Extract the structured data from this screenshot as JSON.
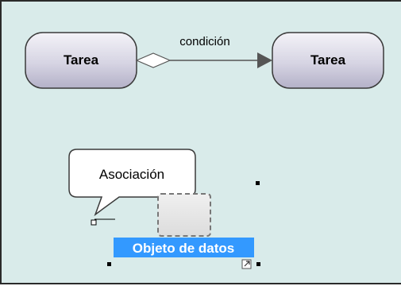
{
  "diagram": {
    "nodes": [
      {
        "id": "task-left",
        "label": "Tarea"
      },
      {
        "id": "task-right",
        "label": "Tarea"
      }
    ],
    "edge_label": "condición",
    "tooltip": "Asociación",
    "data_object_label": "Objeto de datos"
  },
  "colors": {
    "canvas_bg": "#d9ebea",
    "task_fill_top": "#f1f0f6",
    "task_fill_bottom": "#b9b7cc",
    "task_border": "#3a3a3a",
    "edge": "#555555",
    "selection_text_bg": "#3399ff",
    "selection_text": "#ffffff"
  },
  "icons": {
    "resize_handle": "resize-arrow-icon",
    "diamond": "diamond-source-marker-icon",
    "arrow": "filled-arrow-head-icon"
  }
}
